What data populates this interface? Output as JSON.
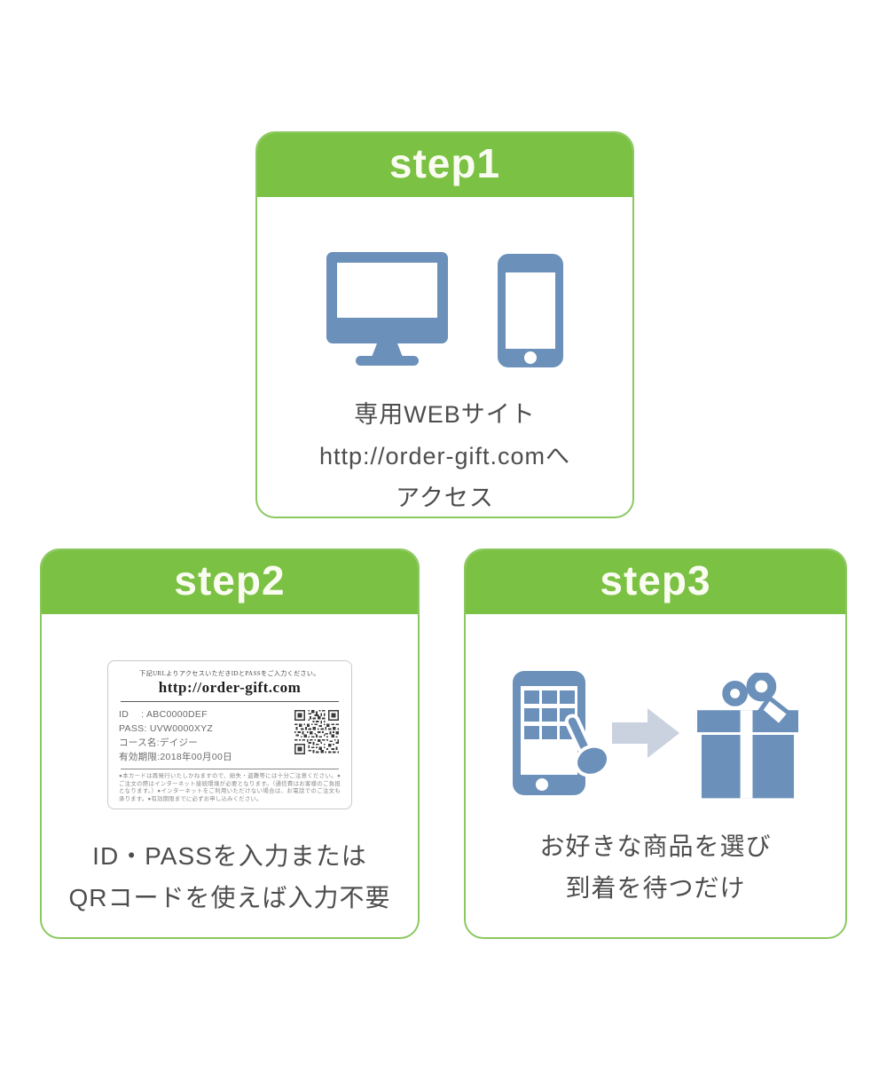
{
  "colors": {
    "green": "#7bc143",
    "green_border": "#8cc861",
    "blue": "#6b90ba",
    "arrow": "#c9d2de",
    "text": "#4d4d4d"
  },
  "steps": [
    {
      "title": "step1",
      "caption_lines": [
        "専用WEBサイト",
        "http://order-gift.comへ",
        "アクセス"
      ]
    },
    {
      "title": "step2",
      "caption_lines": [
        "ID・PASSを入力または",
        "QRコードを使えば入力不要"
      ],
      "id_card": {
        "instruction": "下記URLよりアクセスいただきIDとPASSをご入力ください。",
        "url": "http://order-gift.com",
        "fields": [
          "ID　 : ABC0000DEF",
          "PASS: UVW0000XYZ",
          "コース名:デイジー",
          "有効期限:2018年00月00日"
        ],
        "terms": "●本カードは再発行いたしかねますので、紛失・盗難等には十分ご注意ください。●ご注文の際はインターネット接続環境が必要となります。（通信費はお客様のご負担となります。）●インターネットをご利用いただけない場合は、お電話でのご注文も承ります。●有効期限までに必ずお申し込みください。"
      }
    },
    {
      "title": "step3",
      "caption_lines": [
        "お好きな商品を選び",
        "到着を待つだけ"
      ]
    }
  ]
}
